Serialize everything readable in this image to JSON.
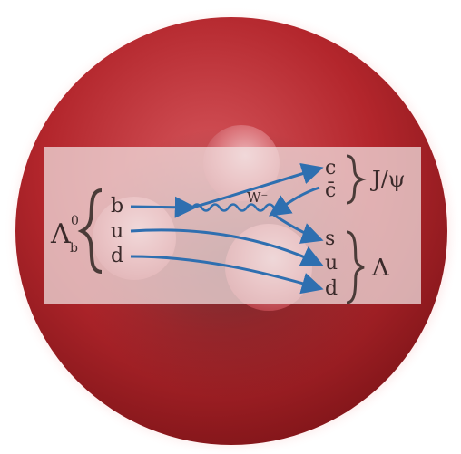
{
  "initial_particle": {
    "symbol": "Λ",
    "subscript": "b",
    "superscript": "0"
  },
  "initial_quarks": [
    "b",
    "u",
    "d"
  ],
  "boson": "W⁻",
  "final_quarks": [
    "c",
    "c̄",
    "s",
    "u",
    "d"
  ],
  "final_groups": [
    {
      "label": "J/ψ"
    },
    {
      "label": "Λ"
    }
  ],
  "colors": {
    "sphere_core": "#c0353a",
    "sphere_edge": "#8e1a1f",
    "glow": "#f25a5a",
    "panel": "#f0e0e0",
    "line": "#2e6fb0",
    "text": "#3a2a2a",
    "brace": "#4a3b38"
  }
}
